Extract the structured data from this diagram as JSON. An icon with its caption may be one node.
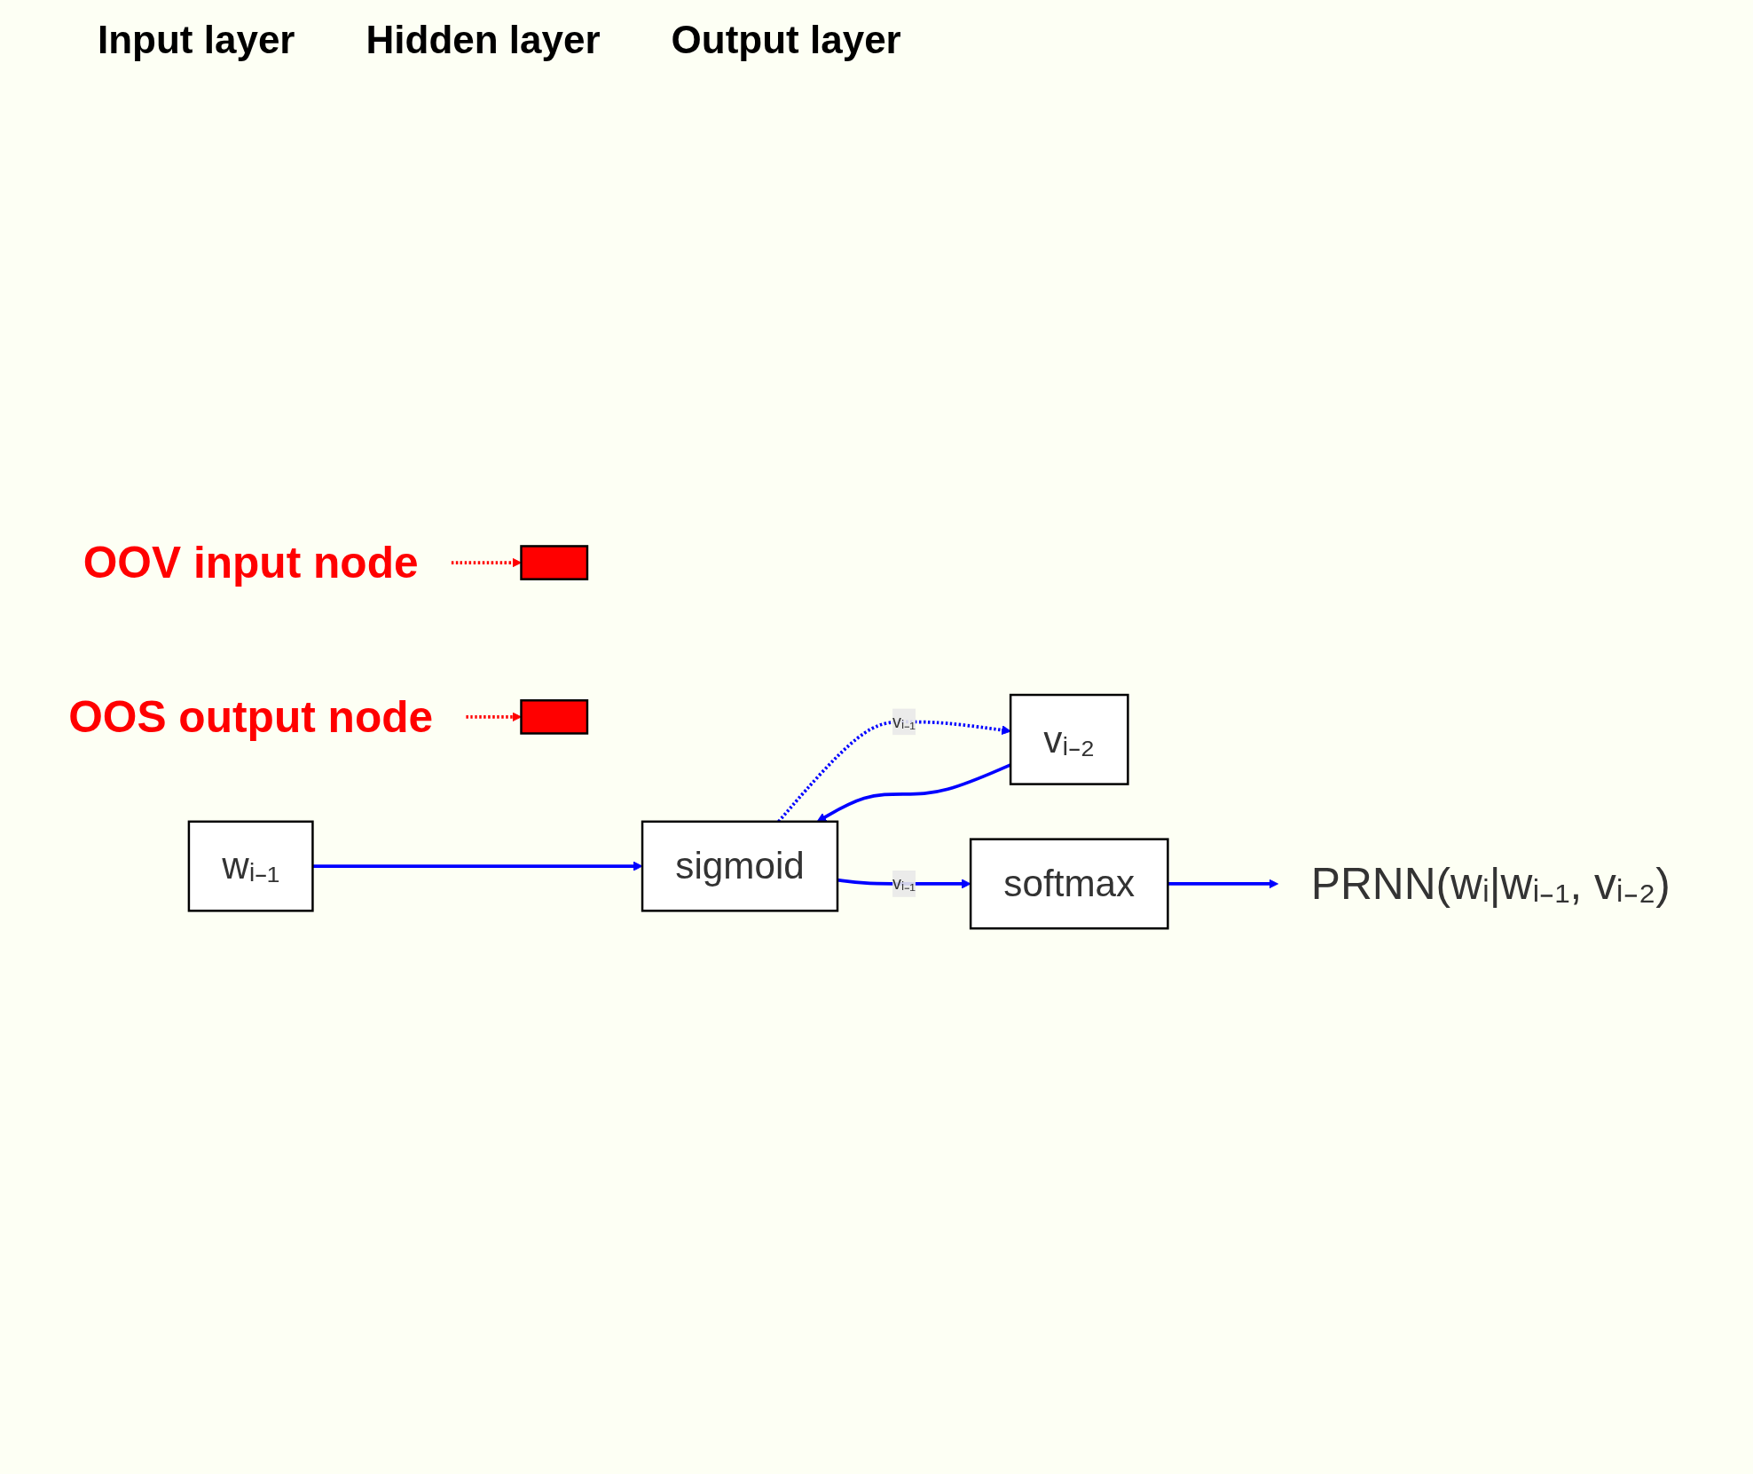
{
  "diagram": {
    "nodes": [
      {
        "text": [
          "wᵢ₋₁"
        ]
      },
      {
        "text": [],
        "shape": "box"
      },
      {
        "text": [
          "OOV input node"
        ]
      },
      {
        "text": [
          "vᵢ₋₂"
        ]
      },
      {
        "text": [
          "sigmoid"
        ]
      },
      {
        "text": [
          "softmax"
        ]
      },
      {
        "text": [],
        "shape": "box"
      },
      {
        "text": [
          "OOS output node"
        ]
      },
      {
        "text": [
          "PRNN(wᵢ|wᵢ₋₁, vᵢ₋₂)"
        ]
      }
    ],
    "edges": [
      {
        "from": 0,
        "to": 4,
        "arrow": "to"
      },
      {
        "from": 3,
        "to": 4,
        "arrow": "to"
      },
      {
        "from": 4,
        "to": 5,
        "arrow": "to",
        "label": "vᵢ₋₁"
      },
      {
        "from": 5,
        "to": 8,
        "arrow": "to"
      },
      {
        "from": 2,
        "to": 1,
        "arrow": "to",
        "style": "dashed",
        "color": "#ff0000"
      },
      {
        "from": 4,
        "to": 3,
        "arrow": "to",
        "style": "dashed",
        "label": "vᵢ₋₁"
      },
      {
        "from": 7,
        "to": 6,
        "arrow": "to",
        "style": "dashed",
        "color": "#ff0000"
      }
    ],
    "labels": [
      "Input layer",
      "Hidden layer",
      "Output layer"
    ]
  }
}
